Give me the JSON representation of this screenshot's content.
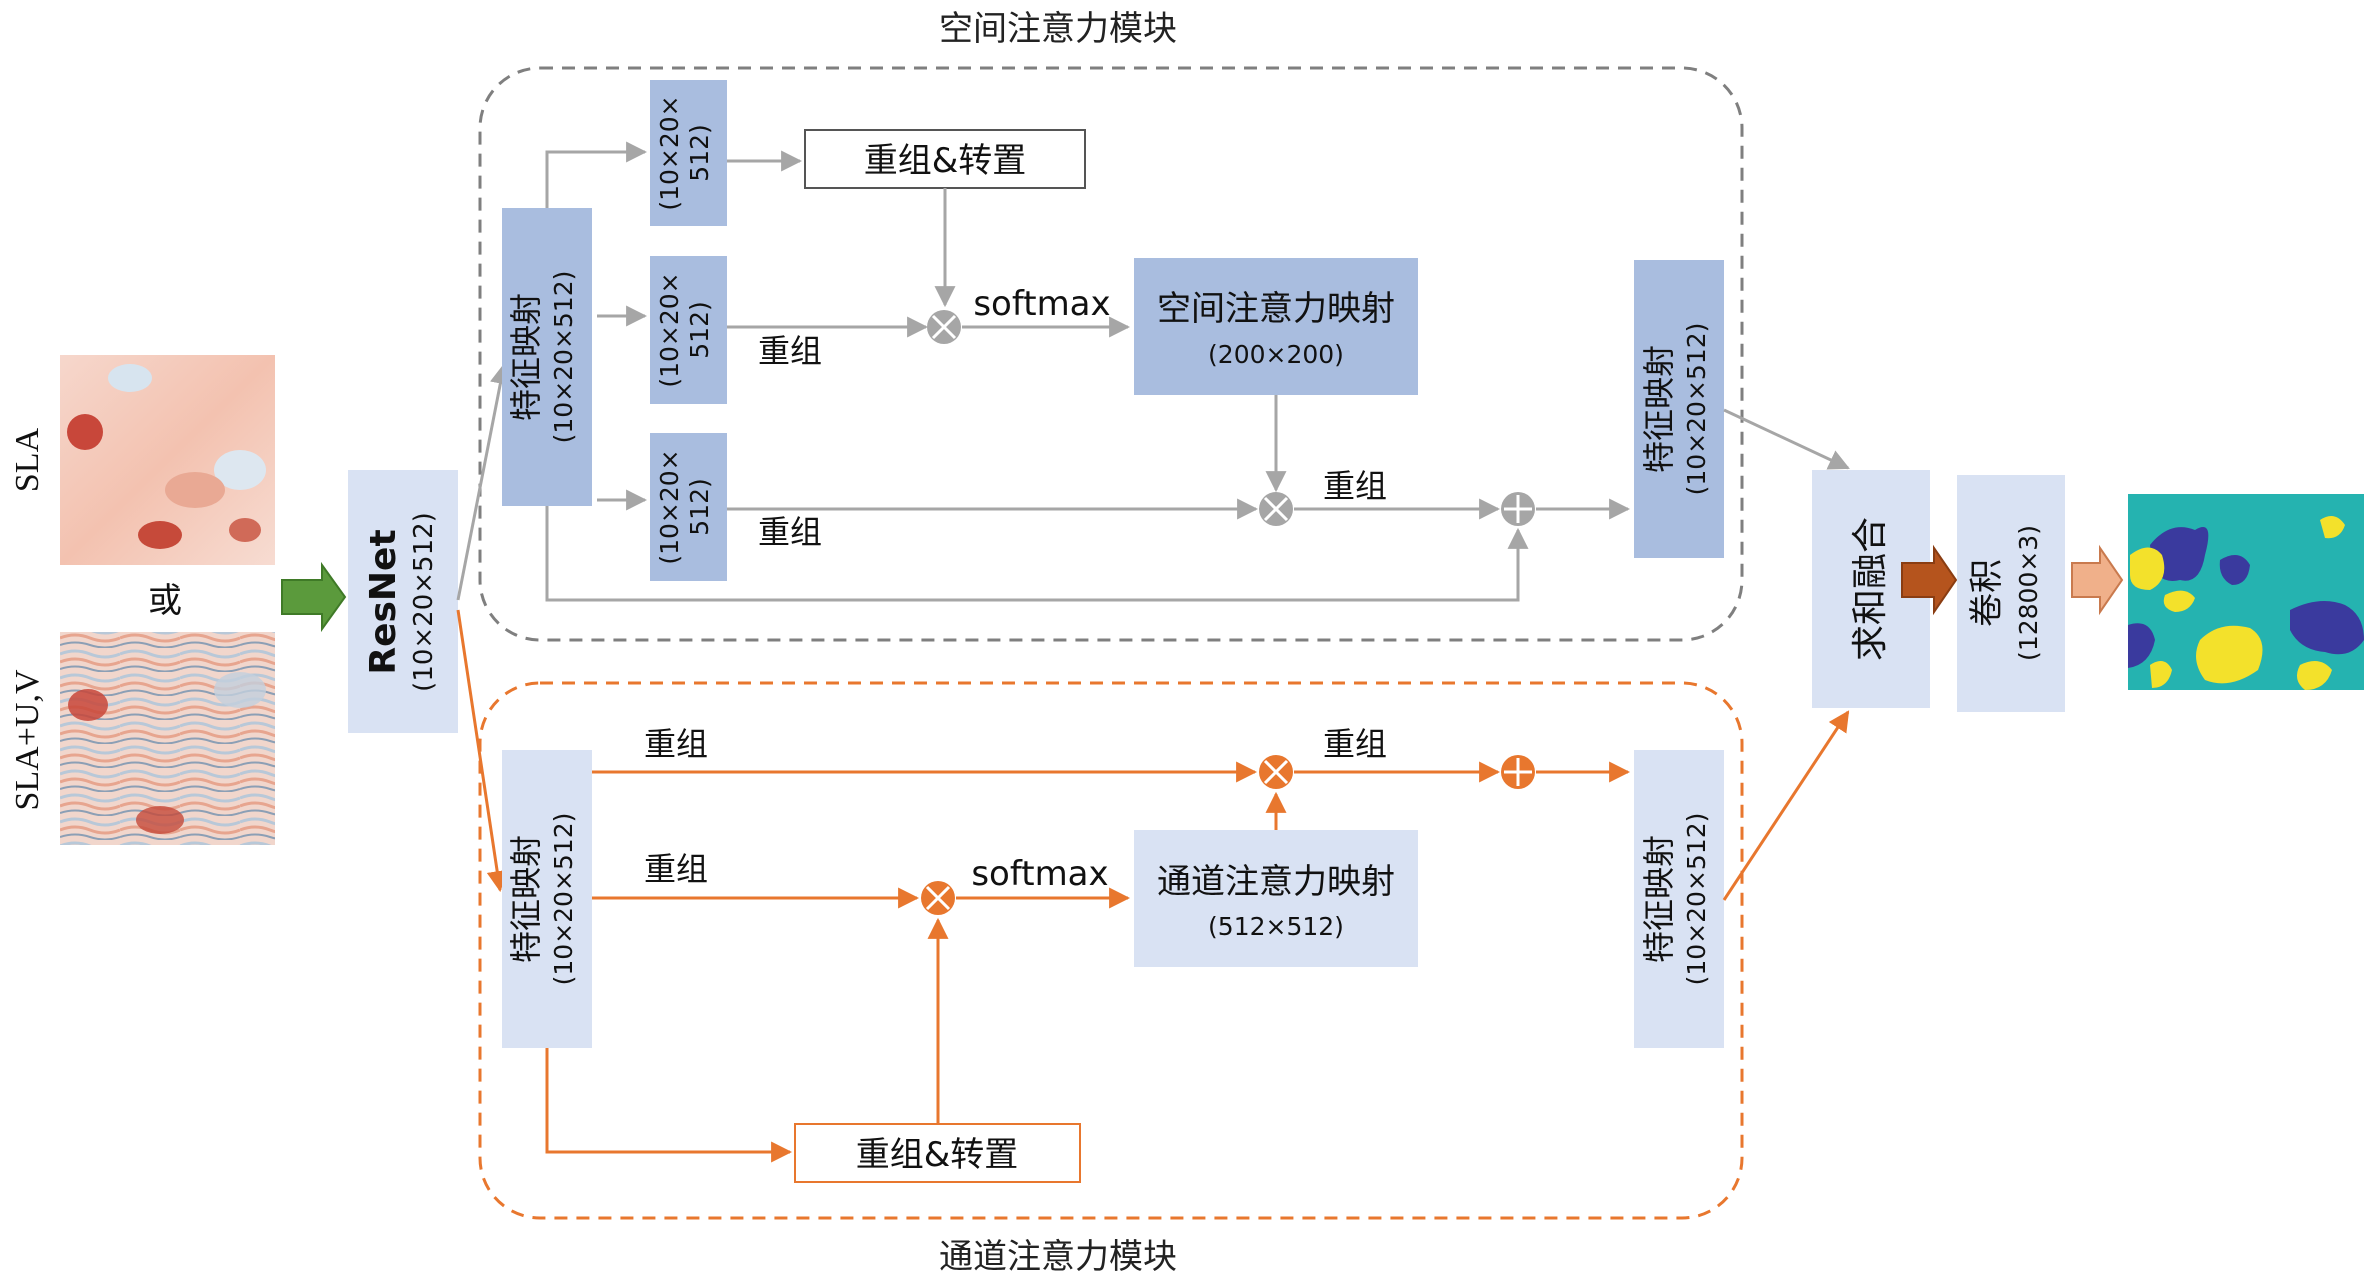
{
  "spatial_module": {
    "title": "空间注意力模块",
    "branch_dim_line1": "(10×20×",
    "branch_dim_line2": "512)",
    "feature_map_label": "特征映射",
    "feature_map_dim": "(10×20×512)",
    "reshape_transpose": "重组&转置",
    "reshape": "重组",
    "softmax": "softmax",
    "attention_map_label": "空间注意力映射",
    "attention_map_dim": "(200×200)"
  },
  "channel_module": {
    "title": "通道注意力模块",
    "feature_map_label": "特征映射",
    "feature_map_dim": "(10×20×512)",
    "reshape": "重组",
    "softmax": "softmax",
    "attention_map_label": "通道注意力映射",
    "attention_map_dim": "(512×512)",
    "reshape_transpose": "重组&转置"
  },
  "input": {
    "sla_label": "SLA",
    "or_label": "或",
    "sla_uv_label": "SLA+U,V"
  },
  "backbone": {
    "label": "ResNet",
    "dim": "(10×20×512)"
  },
  "fusion": {
    "label": "求和融合"
  },
  "conv": {
    "label": "卷积",
    "dim": "(12800×3)"
  },
  "colors": {
    "block_blue": "#a9bddf",
    "block_light": "#d9e2f3",
    "gray_line": "#a6a6a6",
    "orange": "#e8772e",
    "arrow_green": "#5b9a3c",
    "arrow_brown": "#b5541d",
    "arrow_peach": "#f0b08a",
    "teal": "#25b3b0",
    "yellow": "#f3e12b",
    "indigo": "#3a3a9e"
  },
  "icons": [
    "multiply-node-icon",
    "add-node-icon",
    "arrow-right-icon"
  ]
}
